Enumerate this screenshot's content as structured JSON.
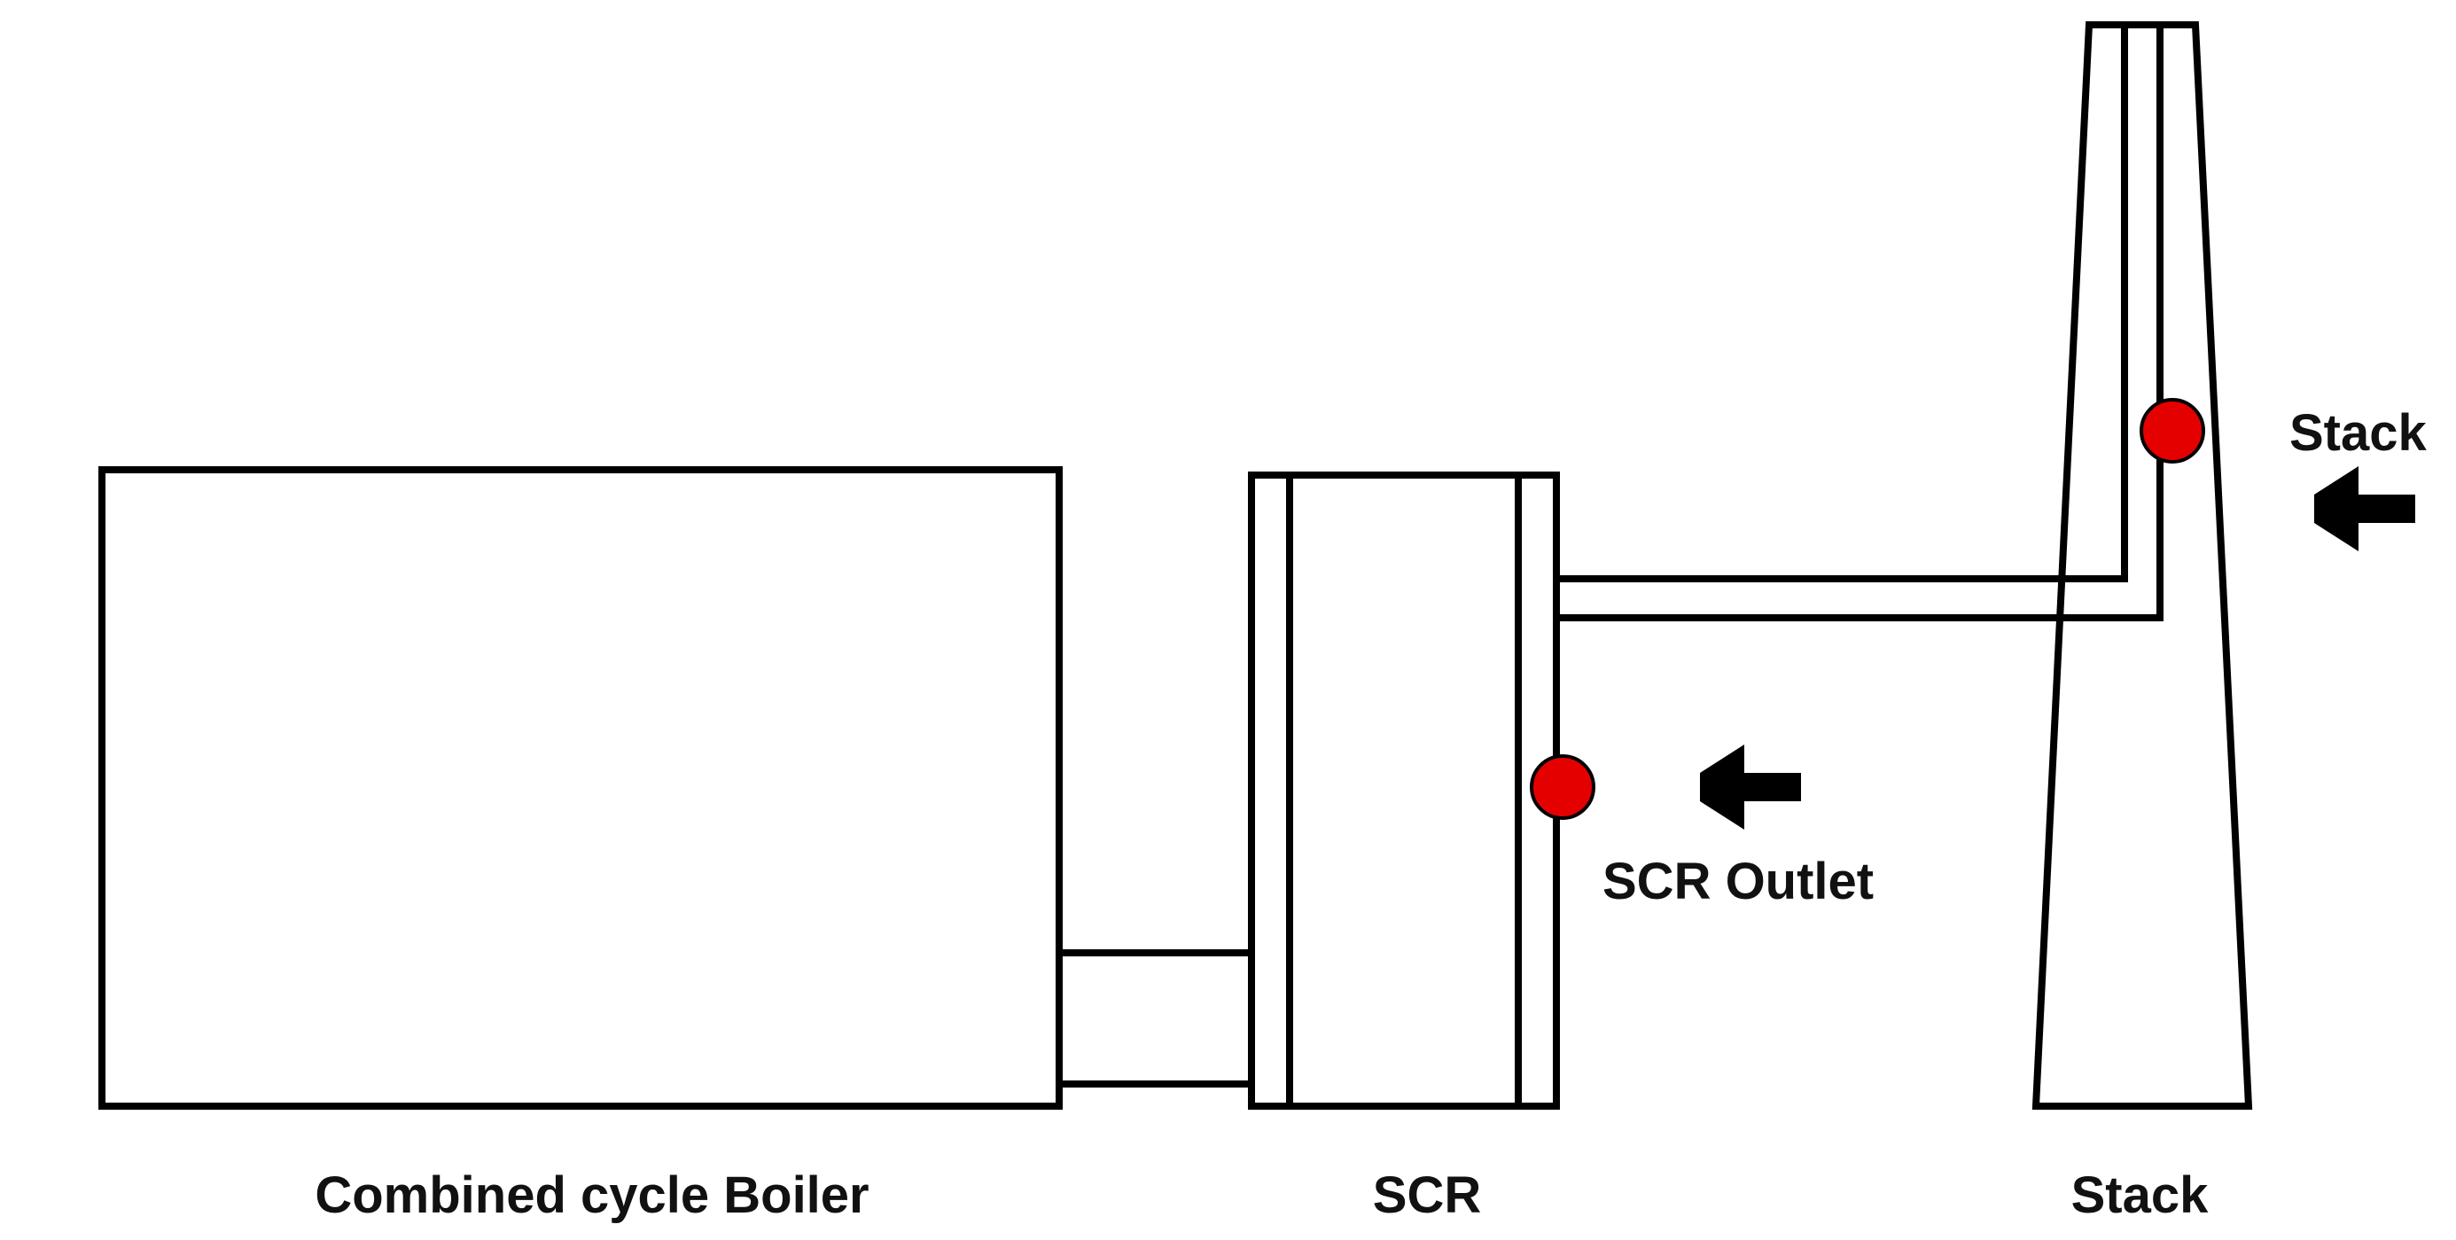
{
  "labels": {
    "boiler": "Combined cycle Boiler",
    "scr": "SCR",
    "stack": "Stack",
    "scr_outlet_point": "SCR Outlet",
    "stack_point": "Stack"
  },
  "colors": {
    "background": "#ffffff",
    "outline": "#000000",
    "sample_point": "#e50000",
    "arrow": "#000000",
    "text": "#111111"
  },
  "icons": {
    "sample_point": "red-circle",
    "pointer": "left-arrow"
  }
}
